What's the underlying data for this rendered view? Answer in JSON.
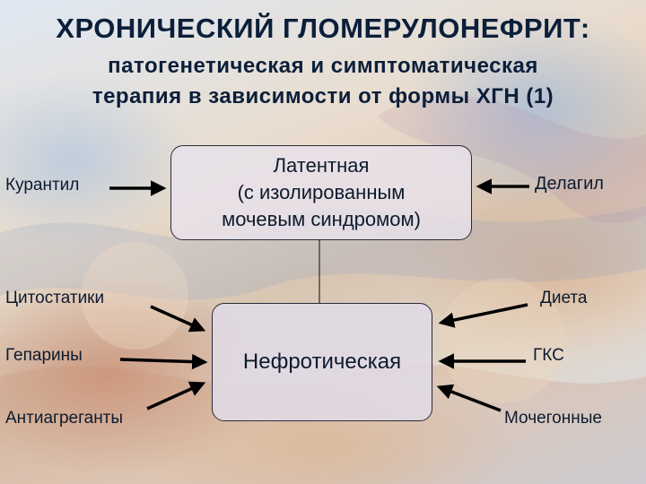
{
  "slide": {
    "title": "ХРОНИЧЕСКИЙ ГЛОМЕРУЛОНЕФРИТ:",
    "subtitle_line1": "патогенетическая и симптоматическая",
    "subtitle_line2": "терапия в зависимости от формы ХГН (1)"
  },
  "forms": {
    "latent": {
      "line1": "Латентная",
      "line2": "(с изолированным",
      "line3": "мочевым синдромом)"
    },
    "nephrotic": "Нефротическая"
  },
  "therapies": {
    "kurantil": "Курантил",
    "delagil": "Делагил",
    "cytostatics": "Цитостатики",
    "diet": "Диета",
    "heparins": "Гепарины",
    "gks": "ГКС",
    "antiaggregants": "Антиагреганты",
    "diuretics": "Мочегонные"
  },
  "colors": {
    "title": "#0b1f3a",
    "box_border": "#2a2a3a",
    "arrow": "#000000"
  }
}
